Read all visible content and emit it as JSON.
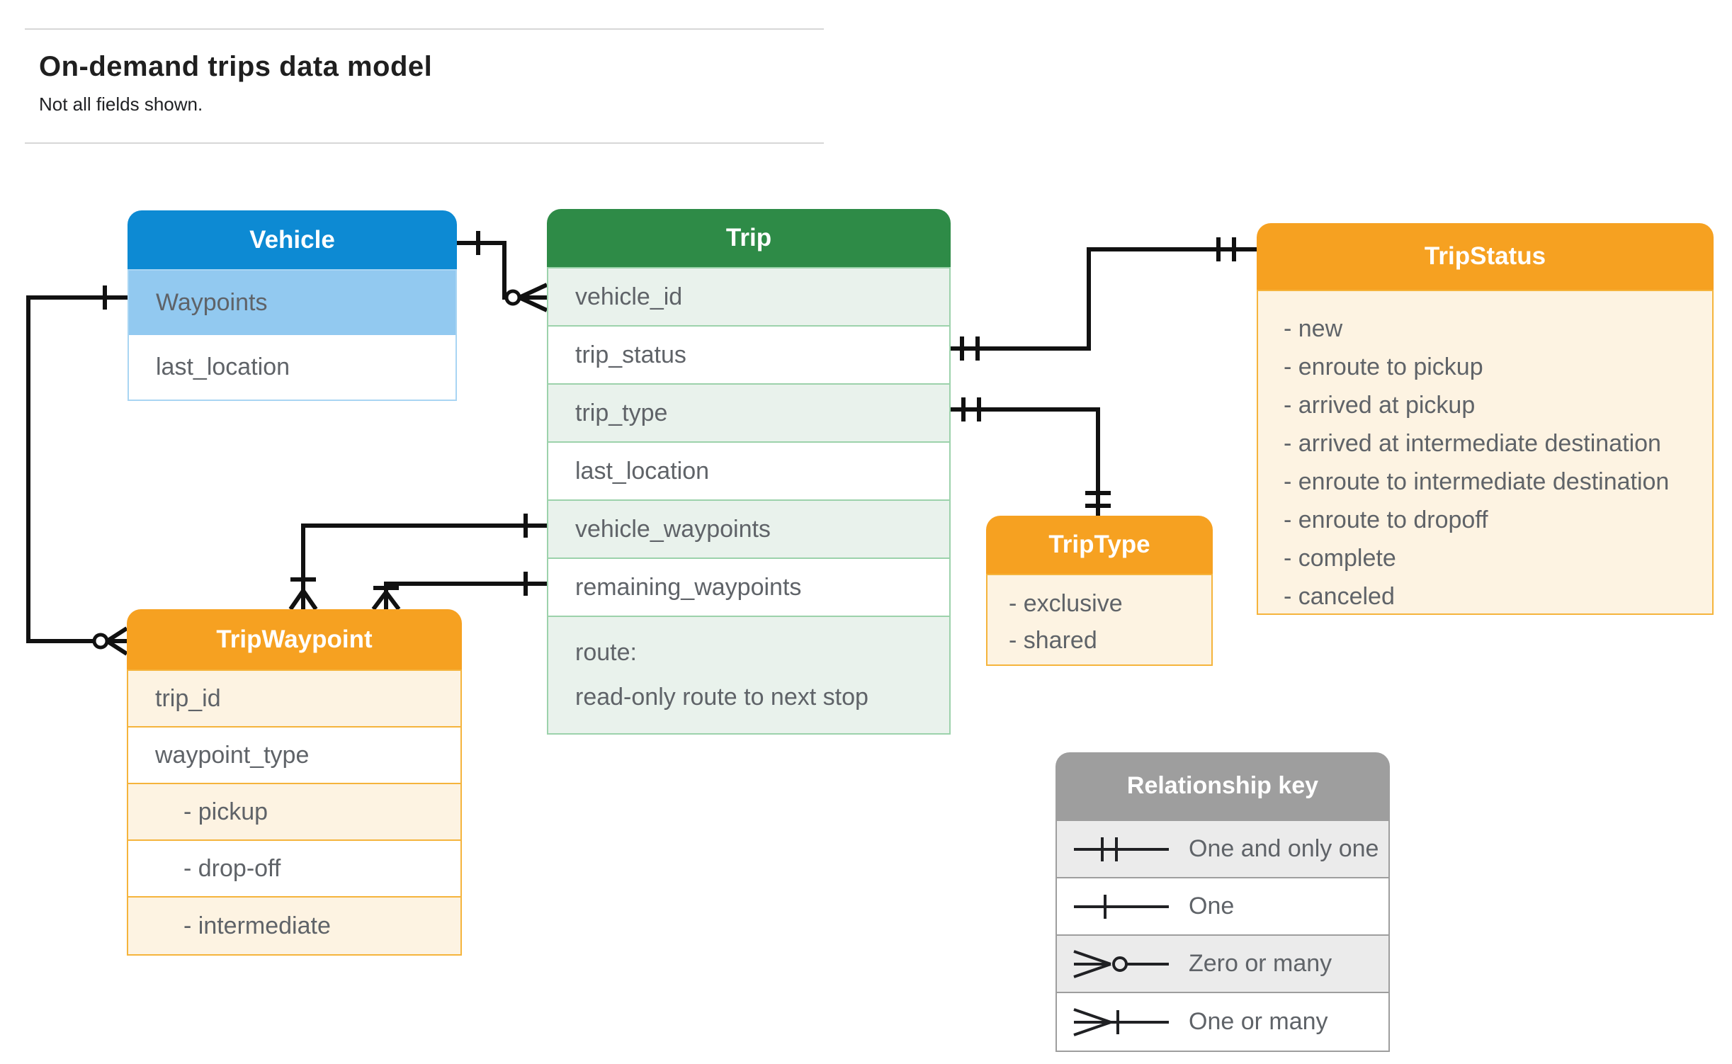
{
  "page": {
    "title": "On-demand trips data model",
    "subtitle": "Not all fields shown."
  },
  "tables": {
    "vehicle": {
      "title": "Vehicle",
      "rows": [
        "Waypoints",
        "last_location"
      ]
    },
    "trip": {
      "title": "Trip",
      "rows": [
        "vehicle_id",
        "trip_status",
        "trip_type",
        "last_location",
        "vehicle_waypoints",
        "remaining_waypoints"
      ],
      "route_row": {
        "line1": "route:",
        "line2": "read-only route to next stop"
      }
    },
    "trip_status": {
      "title": "TripStatus",
      "items": [
        "- new",
        "- enroute to pickup",
        "- arrived at pickup",
        "- arrived at intermediate destination",
        "- enroute to intermediate destination",
        "- enroute to dropoff",
        "- complete",
        "- canceled"
      ]
    },
    "trip_type": {
      "title": "TripType",
      "items": [
        "- exclusive",
        "- shared"
      ]
    },
    "trip_waypoint": {
      "title": "TripWaypoint",
      "rows": [
        "trip_id",
        "waypoint_type",
        "- pickup",
        "- drop-off",
        "- intermediate"
      ]
    }
  },
  "legend": {
    "title": "Relationship key",
    "entries": [
      {
        "symbol": "one-and-only-one",
        "label": "One and only one"
      },
      {
        "symbol": "one",
        "label": "One"
      },
      {
        "symbol": "zero-or-many",
        "label": "Zero or many"
      },
      {
        "symbol": "one-or-many",
        "label": "One or many"
      }
    ]
  },
  "relationships": [
    {
      "from": "Vehicle",
      "to": "Trip.vehicle_id",
      "from_end": "one",
      "to_end": "zero-or-many"
    },
    {
      "from": "Vehicle.Waypoints",
      "to": "TripWaypoint",
      "from_end": "one",
      "to_end": "zero-or-many"
    },
    {
      "from": "Trip.trip_status",
      "to": "TripStatus",
      "from_end": "one-and-only-one",
      "to_end": "one-and-only-one"
    },
    {
      "from": "Trip.trip_type",
      "to": "TripType",
      "from_end": "one-and-only-one",
      "to_end": "one-and-only-one"
    },
    {
      "from": "Trip.vehicle_waypoints",
      "to": "TripWaypoint",
      "from_end": "one",
      "to_end": "one-or-many"
    },
    {
      "from": "Trip.remaining_waypoints",
      "to": "TripWaypoint",
      "from_end": "one",
      "to_end": "one-or-many"
    }
  ],
  "colors": {
    "vehicle_header": "#0d8ad3",
    "vehicle_highlight_row": "#92c9f0",
    "trip_header": "#2e8b47",
    "trip_row_tint": "#e9f2ec",
    "enum_header": "#f6a121",
    "enum_body": "#fdf3e2",
    "key_header": "#9e9e9e",
    "key_row_tint": "#ebebeb",
    "row_text": "#5f6368",
    "connector": "#111111"
  }
}
